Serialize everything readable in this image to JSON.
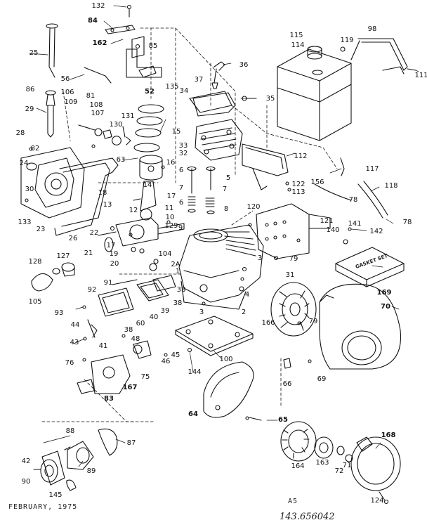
{
  "labels": [
    {
      "id": "p132",
      "text": "132"
    },
    {
      "id": "p84",
      "text": "84"
    },
    {
      "id": "p162",
      "text": "162"
    },
    {
      "id": "p85",
      "text": "85"
    },
    {
      "id": "p25",
      "text": "25"
    },
    {
      "id": "p56",
      "text": "56"
    },
    {
      "id": "p52",
      "text": "52"
    },
    {
      "id": "p135",
      "text": "135"
    },
    {
      "id": "p86",
      "text": "86"
    },
    {
      "id": "p29",
      "text": "29"
    },
    {
      "id": "p106",
      "text": "106"
    },
    {
      "id": "p109",
      "text": "109"
    },
    {
      "id": "p81",
      "text": "81"
    },
    {
      "id": "p108",
      "text": "108"
    },
    {
      "id": "p107",
      "text": "107"
    },
    {
      "id": "p131",
      "text": "131"
    },
    {
      "id": "p130",
      "text": "130"
    },
    {
      "id": "p28",
      "text": "28"
    },
    {
      "id": "p82",
      "text": "82"
    },
    {
      "id": "p24",
      "text": "24"
    },
    {
      "id": "p30",
      "text": "30"
    },
    {
      "id": "p133",
      "text": "133"
    },
    {
      "id": "p23",
      "text": "23"
    },
    {
      "id": "p26",
      "text": "26"
    },
    {
      "id": "p63",
      "text": "63"
    },
    {
      "id": "p15",
      "text": "15"
    },
    {
      "id": "p33",
      "text": "33"
    },
    {
      "id": "p32",
      "text": "32"
    },
    {
      "id": "p14",
      "text": "14"
    },
    {
      "id": "p16",
      "text": "16"
    },
    {
      "id": "p6",
      "text": "6"
    },
    {
      "id": "p5",
      "text": "5"
    },
    {
      "id": "p7a",
      "text": "7"
    },
    {
      "id": "p7b",
      "text": "7"
    },
    {
      "id": "p6b",
      "text": "6"
    },
    {
      "id": "p8",
      "text": "8"
    },
    {
      "id": "p9",
      "text": "9"
    },
    {
      "id": "p17a",
      "text": "17"
    },
    {
      "id": "p18",
      "text": "18"
    },
    {
      "id": "p13",
      "text": "13"
    },
    {
      "id": "p12",
      "text": "12"
    },
    {
      "id": "p11",
      "text": "11"
    },
    {
      "id": "p10",
      "text": "10"
    },
    {
      "id": "p129",
      "text": "129"
    },
    {
      "id": "p22",
      "text": "22"
    },
    {
      "id": "p17b",
      "text": "17"
    },
    {
      "id": "p19",
      "text": "19"
    },
    {
      "id": "p20",
      "text": "20"
    },
    {
      "id": "p21",
      "text": "21"
    },
    {
      "id": "p127",
      "text": "127"
    },
    {
      "id": "p128",
      "text": "128"
    },
    {
      "id": "p105",
      "text": "105"
    },
    {
      "id": "p104",
      "text": "104"
    },
    {
      "id": "p2A",
      "text": "2A"
    },
    {
      "id": "p1",
      "text": "1"
    },
    {
      "id": "p91",
      "text": "91"
    },
    {
      "id": "p92",
      "text": "92"
    },
    {
      "id": "p93",
      "text": "93"
    },
    {
      "id": "p37",
      "text": "37"
    },
    {
      "id": "p36",
      "text": "36"
    },
    {
      "id": "p34",
      "text": "34"
    },
    {
      "id": "p35",
      "text": "35"
    },
    {
      "id": "p115",
      "text": "115"
    },
    {
      "id": "p114",
      "text": "114"
    },
    {
      "id": "p119",
      "text": "119"
    },
    {
      "id": "p98",
      "text": "98"
    },
    {
      "id": "p111",
      "text": "111"
    },
    {
      "id": "p112",
      "text": "112"
    },
    {
      "id": "p117",
      "text": "117"
    },
    {
      "id": "p156",
      "text": "156"
    },
    {
      "id": "p122",
      "text": "122"
    },
    {
      "id": "p113",
      "text": "113"
    },
    {
      "id": "p78a",
      "text": "78"
    },
    {
      "id": "p118",
      "text": "118"
    },
    {
      "id": "p78b",
      "text": "78"
    },
    {
      "id": "p120",
      "text": "120"
    },
    {
      "id": "p121",
      "text": "121"
    },
    {
      "id": "p140",
      "text": "140"
    },
    {
      "id": "p141",
      "text": "141"
    },
    {
      "id": "p142",
      "text": "142"
    },
    {
      "id": "p3",
      "text": "3"
    },
    {
      "id": "p79a",
      "text": "79"
    },
    {
      "id": "p31",
      "text": "31"
    },
    {
      "id": "p4",
      "text": "4"
    },
    {
      "id": "p2",
      "text": "2"
    },
    {
      "id": "p38a",
      "text": "38"
    },
    {
      "id": "p39",
      "text": "39"
    },
    {
      "id": "p40",
      "text": "40"
    },
    {
      "id": "p38b",
      "text": "38"
    },
    {
      "id": "p3b",
      "text": "3"
    },
    {
      "id": "p169",
      "text": "169"
    },
    {
      "id": "p70",
      "text": "70"
    },
    {
      "id": "p166",
      "text": "166"
    },
    {
      "id": "p79b",
      "text": "79"
    },
    {
      "id": "p44",
      "text": "44"
    },
    {
      "id": "p41",
      "text": "41"
    },
    {
      "id": "p38c",
      "text": "38"
    },
    {
      "id": "p60",
      "text": "60"
    },
    {
      "id": "p43",
      "text": "43"
    },
    {
      "id": "p48",
      "text": "48"
    },
    {
      "id": "p45",
      "text": "45"
    },
    {
      "id": "p46",
      "text": "46"
    },
    {
      "id": "p76",
      "text": "76"
    },
    {
      "id": "p75",
      "text": "75"
    },
    {
      "id": "p167",
      "text": "167"
    },
    {
      "id": "p83",
      "text": "83"
    },
    {
      "id": "p144",
      "text": "144"
    },
    {
      "id": "p100",
      "text": "100"
    },
    {
      "id": "p66",
      "text": "66"
    },
    {
      "id": "p69",
      "text": "69"
    },
    {
      "id": "p64",
      "text": "64"
    },
    {
      "id": "p65",
      "text": "65"
    },
    {
      "id": "p88",
      "text": "88"
    },
    {
      "id": "p87",
      "text": "87"
    },
    {
      "id": "p42",
      "text": "42"
    },
    {
      "id": "p90",
      "text": "90"
    },
    {
      "id": "p89",
      "text": "89"
    },
    {
      "id": "p145",
      "text": "145"
    },
    {
      "id": "p164",
      "text": "164"
    },
    {
      "id": "p163",
      "text": "163"
    },
    {
      "id": "p71",
      "text": "71"
    },
    {
      "id": "p72",
      "text": "72"
    },
    {
      "id": "p168",
      "text": "168"
    },
    {
      "id": "p124",
      "text": "124"
    }
  ],
  "gasket_box_text": "GASKET SET",
  "footer": {
    "date": "FEBRUARY, 1975",
    "page_code": "A5",
    "model_number": "143.656042"
  },
  "colors": {
    "ink": "#111111",
    "paper": "#ffffff"
  }
}
